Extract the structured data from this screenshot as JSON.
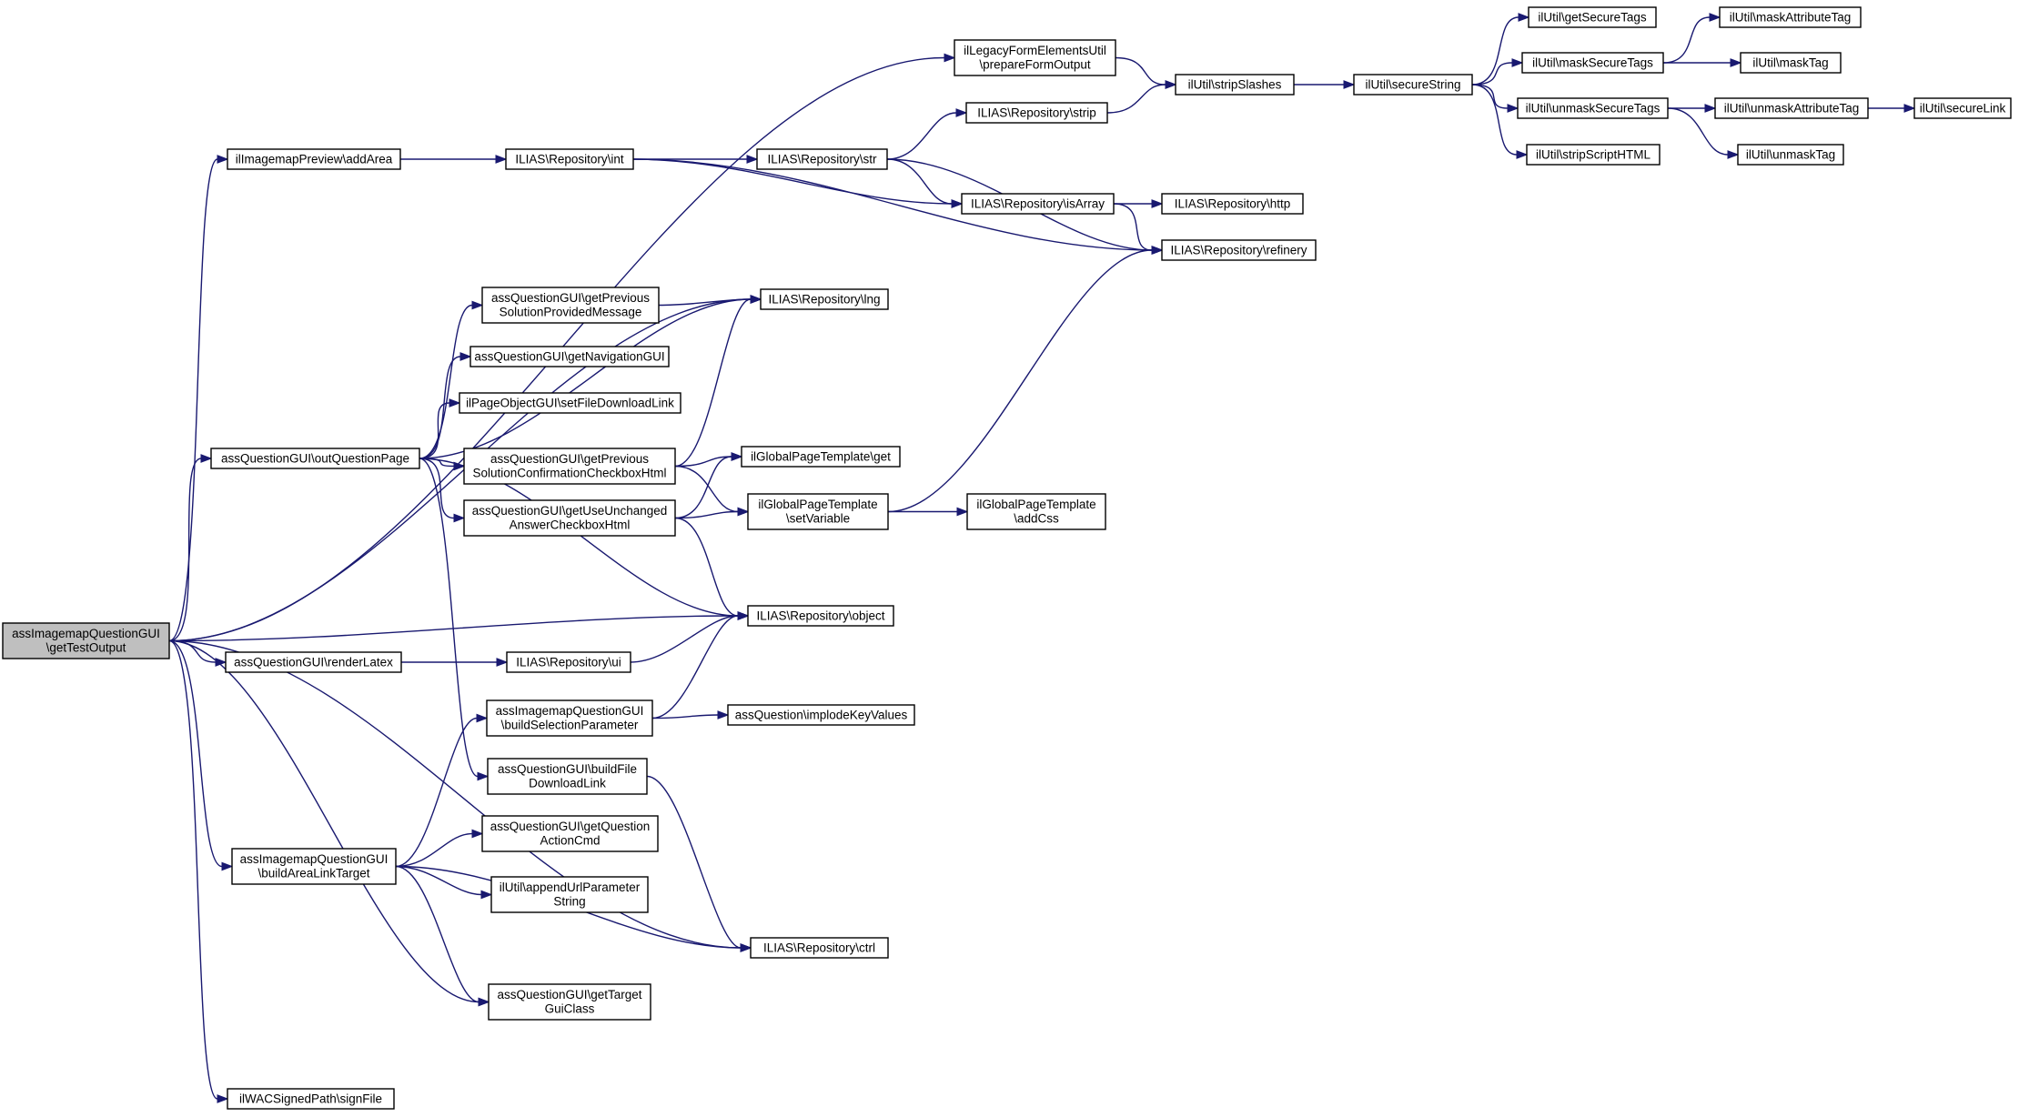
{
  "nodes": [
    {
      "id": "root",
      "lines": [
        "assImagemapQuestionGUI",
        "\\getTestOutput"
      ],
      "highlight": true
    },
    {
      "id": "legacy",
      "lines": [
        "ilLegacyFormElementsUtil",
        "\\prepareFormOutput"
      ]
    },
    {
      "id": "addArea",
      "lines": [
        "ilImagemapPreview\\addArea"
      ]
    },
    {
      "id": "int",
      "lines": [
        "ILIAS\\Repository\\int"
      ]
    },
    {
      "id": "str",
      "lines": [
        "ILIAS\\Repository\\str"
      ]
    },
    {
      "id": "strip",
      "lines": [
        "ILIAS\\Repository\\strip"
      ]
    },
    {
      "id": "stripSlashes",
      "lines": [
        "ilUtil\\stripSlashes"
      ]
    },
    {
      "id": "secureString",
      "lines": [
        "ilUtil\\secureString"
      ]
    },
    {
      "id": "getSecureTags",
      "lines": [
        "ilUtil\\getSecureTags"
      ]
    },
    {
      "id": "maskSecureTags",
      "lines": [
        "ilUtil\\maskSecureTags"
      ]
    },
    {
      "id": "unmaskSecureTags",
      "lines": [
        "ilUtil\\unmaskSecureTags"
      ]
    },
    {
      "id": "stripScriptHTML",
      "lines": [
        "ilUtil\\stripScriptHTML"
      ]
    },
    {
      "id": "maskAttributeTag",
      "lines": [
        "ilUtil\\maskAttributeTag"
      ]
    },
    {
      "id": "maskTag",
      "lines": [
        "ilUtil\\maskTag"
      ]
    },
    {
      "id": "unmaskAttributeTag",
      "lines": [
        "ilUtil\\unmaskAttributeTag"
      ]
    },
    {
      "id": "unmaskTag",
      "lines": [
        "ilUtil\\unmaskTag"
      ]
    },
    {
      "id": "secureLink",
      "lines": [
        "ilUtil\\secureLink"
      ]
    },
    {
      "id": "isArray",
      "lines": [
        "ILIAS\\Repository\\isArray"
      ]
    },
    {
      "id": "http",
      "lines": [
        "ILIAS\\Repository\\http"
      ]
    },
    {
      "id": "refinery",
      "lines": [
        "ILIAS\\Repository\\refinery"
      ]
    },
    {
      "id": "getPrevMsg",
      "lines": [
        "assQuestionGUI\\getPrevious",
        "SolutionProvidedMessage"
      ]
    },
    {
      "id": "lng",
      "lines": [
        "ILIAS\\Repository\\lng"
      ]
    },
    {
      "id": "getNavGUI",
      "lines": [
        "assQuestionGUI\\getNavigationGUI"
      ]
    },
    {
      "id": "setFileDl",
      "lines": [
        "ilPageObjectGUI\\setFileDownloadLink"
      ]
    },
    {
      "id": "outQP",
      "lines": [
        "assQuestionGUI\\outQuestionPage"
      ]
    },
    {
      "id": "getPrevConf",
      "lines": [
        "assQuestionGUI\\getPrevious",
        "SolutionConfirmationCheckboxHtml"
      ]
    },
    {
      "id": "gptGet",
      "lines": [
        "ilGlobalPageTemplate\\get"
      ]
    },
    {
      "id": "gptSetVar",
      "lines": [
        "ilGlobalPageTemplate",
        "\\setVariable"
      ]
    },
    {
      "id": "gptAddCss",
      "lines": [
        "ilGlobalPageTemplate",
        "\\addCss"
      ]
    },
    {
      "id": "getUseUnchanged",
      "lines": [
        "assQuestionGUI\\getUseUnchanged",
        "AnswerCheckboxHtml"
      ]
    },
    {
      "id": "object",
      "lines": [
        "ILIAS\\Repository\\object"
      ]
    },
    {
      "id": "renderLatex",
      "lines": [
        "assQuestionGUI\\renderLatex"
      ]
    },
    {
      "id": "ui",
      "lines": [
        "ILIAS\\Repository\\ui"
      ]
    },
    {
      "id": "buildSel",
      "lines": [
        "assImagemapQuestionGUI",
        "\\buildSelectionParameter"
      ]
    },
    {
      "id": "implodeKV",
      "lines": [
        "assQuestion\\implodeKeyValues"
      ]
    },
    {
      "id": "buildFileDl",
      "lines": [
        "assQuestionGUI\\buildFile",
        "DownloadLink"
      ]
    },
    {
      "id": "buildAreaLink",
      "lines": [
        "assImagemapQuestionGUI",
        "\\buildAreaLinkTarget"
      ]
    },
    {
      "id": "getQAC",
      "lines": [
        "assQuestionGUI\\getQuestion",
        "ActionCmd"
      ]
    },
    {
      "id": "appendUrl",
      "lines": [
        "ilUtil\\appendUrlParameter",
        "String"
      ]
    },
    {
      "id": "ctrl",
      "lines": [
        "ILIAS\\Repository\\ctrl"
      ]
    },
    {
      "id": "getTargetGui",
      "lines": [
        "assQuestionGUI\\getTarget",
        "GuiClass"
      ]
    },
    {
      "id": "signFile",
      "lines": [
        "ilWACSignedPath\\signFile"
      ]
    }
  ],
  "edges": [
    [
      "root",
      "legacy"
    ],
    [
      "root",
      "addArea"
    ],
    [
      "root",
      "lng"
    ],
    [
      "root",
      "outQP"
    ],
    [
      "root",
      "object"
    ],
    [
      "root",
      "renderLatex"
    ],
    [
      "root",
      "buildAreaLink"
    ],
    [
      "root",
      "getTargetGui"
    ],
    [
      "root",
      "ctrl"
    ],
    [
      "root",
      "signFile"
    ],
    [
      "legacy",
      "stripSlashes"
    ],
    [
      "addArea",
      "int"
    ],
    [
      "int",
      "str"
    ],
    [
      "int",
      "isArray"
    ],
    [
      "int",
      "refinery"
    ],
    [
      "str",
      "strip"
    ],
    [
      "str",
      "isArray"
    ],
    [
      "str",
      "refinery"
    ],
    [
      "strip",
      "stripSlashes"
    ],
    [
      "stripSlashes",
      "secureString"
    ],
    [
      "secureString",
      "getSecureTags"
    ],
    [
      "secureString",
      "maskSecureTags"
    ],
    [
      "secureString",
      "unmaskSecureTags"
    ],
    [
      "secureString",
      "stripScriptHTML"
    ],
    [
      "maskSecureTags",
      "maskAttributeTag"
    ],
    [
      "maskSecureTags",
      "maskTag"
    ],
    [
      "unmaskSecureTags",
      "unmaskAttributeTag"
    ],
    [
      "unmaskSecureTags",
      "unmaskTag"
    ],
    [
      "unmaskAttributeTag",
      "secureLink"
    ],
    [
      "isArray",
      "http"
    ],
    [
      "isArray",
      "refinery"
    ],
    [
      "outQP",
      "lng"
    ],
    [
      "outQP",
      "getPrevMsg"
    ],
    [
      "outQP",
      "getNavGUI"
    ],
    [
      "outQP",
      "setFileDl"
    ],
    [
      "outQP",
      "getPrevConf"
    ],
    [
      "outQP",
      "getUseUnchanged"
    ],
    [
      "outQP",
      "object"
    ],
    [
      "outQP",
      "buildFileDl"
    ],
    [
      "getPrevMsg",
      "lng"
    ],
    [
      "getPrevConf",
      "lng"
    ],
    [
      "getPrevConf",
      "gptGet"
    ],
    [
      "getPrevConf",
      "gptSetVar"
    ],
    [
      "getUseUnchanged",
      "gptGet"
    ],
    [
      "getUseUnchanged",
      "gptSetVar"
    ],
    [
      "getUseUnchanged",
      "object"
    ],
    [
      "gptSetVar",
      "gptAddCss"
    ],
    [
      "gptSetVar",
      "refinery"
    ],
    [
      "renderLatex",
      "ui"
    ],
    [
      "ui",
      "object"
    ],
    [
      "buildSel",
      "object"
    ],
    [
      "buildSel",
      "implodeKV"
    ],
    [
      "buildFileDl",
      "ctrl"
    ],
    [
      "buildAreaLink",
      "buildSel"
    ],
    [
      "buildAreaLink",
      "getQAC"
    ],
    [
      "buildAreaLink",
      "appendUrl"
    ],
    [
      "buildAreaLink",
      "ctrl"
    ],
    [
      "buildAreaLink",
      "getTargetGui"
    ]
  ]
}
